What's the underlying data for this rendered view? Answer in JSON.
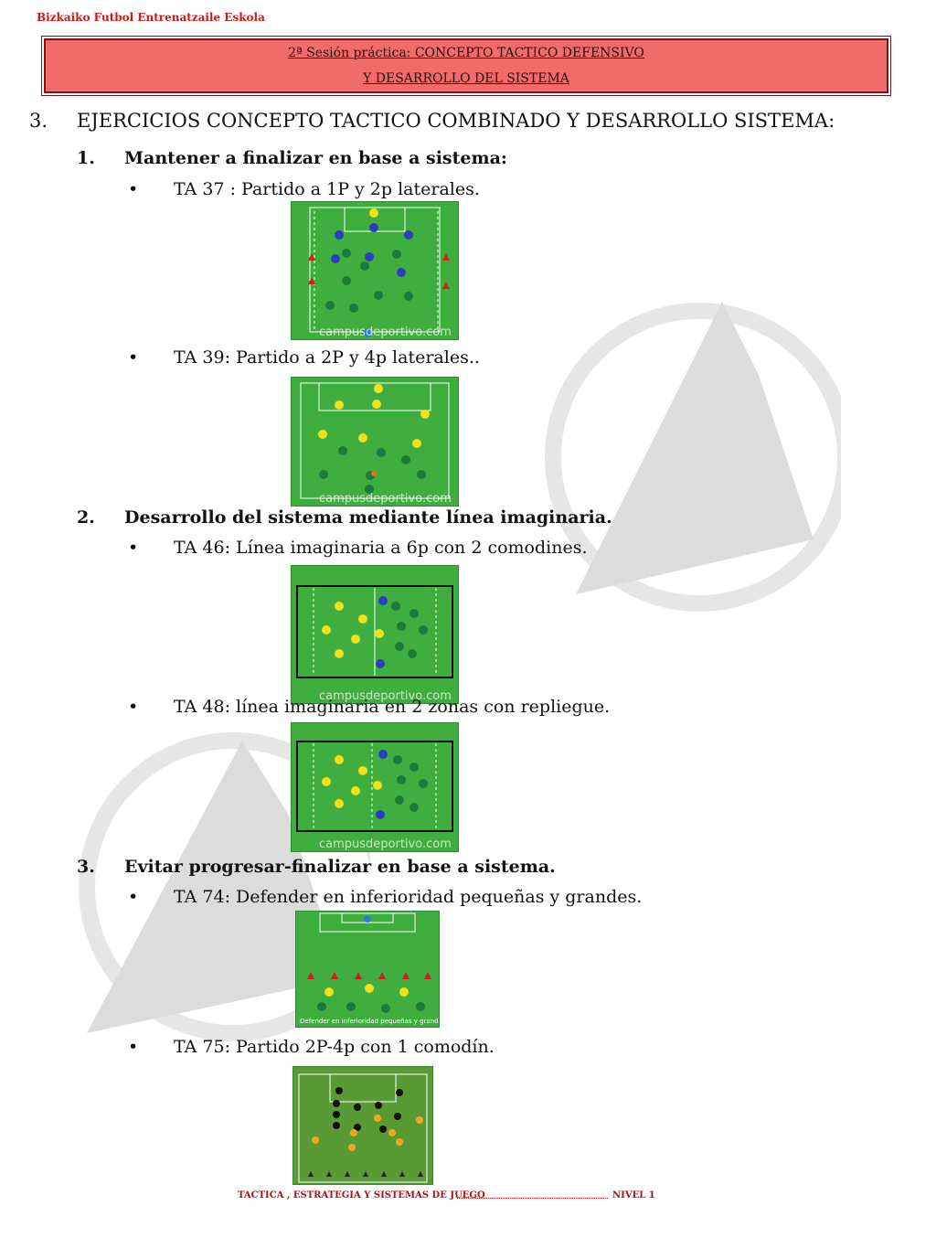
{
  "header": {
    "org": "Bizkaiko Futbol Entrenatzaile Eskola"
  },
  "banner": {
    "line1": "2ª Sesión práctica: CONCEPTO TACTICO DEFENSIVO",
    "line2": "Y DESARROLLO DEL SISTEMA"
  },
  "section": {
    "number": "3.",
    "title": "EJERCICIOS CONCEPTO TACTICO COMBINADO Y DESARROLLO SISTEMA:"
  },
  "subsections": [
    {
      "number": "1.",
      "title": "Mantener a finalizar en base a sistema:",
      "items": [
        {
          "bullet": "•",
          "text": "TA 37 : Partido a 1P y 2p laterales."
        },
        {
          "bullet": "•",
          "text": "TA 39: Partido a 2P y 4p laterales.."
        }
      ]
    },
    {
      "number": "2.",
      "title": "Desarrollo del sistema mediante línea imaginaria.",
      "items": [
        {
          "bullet": "•",
          "text": "TA 46: Línea imaginaria a 6p con 2 comodines."
        },
        {
          "bullet": "•",
          "text": "TA 48: línea imaginaria en 2 zonas con repliegue."
        }
      ]
    },
    {
      "number": "3.",
      "title": "Evitar progresar-finalizar en base a sistema.",
      "items": [
        {
          "bullet": "•",
          "text": "TA 74: Defender en inferioridad pequeñas y grandes."
        },
        {
          "bullet": "•",
          "text": "TA 75: Partido 2P-4p con 1 comodín."
        }
      ]
    }
  ],
  "diagrams": {
    "watermark": "campusdeportivo.com",
    "ta74_caption": "Defender en inferioridad pequeñas y grandes"
  },
  "footer": {
    "left": "TACTICA , ESTRATEGIA Y SISTEMAS DE JUEGO",
    "right": "NIVEL 1"
  },
  "colors": {
    "banner": "#f26b6b",
    "org_text": "#d01818",
    "pitch": "#3fae3f"
  }
}
